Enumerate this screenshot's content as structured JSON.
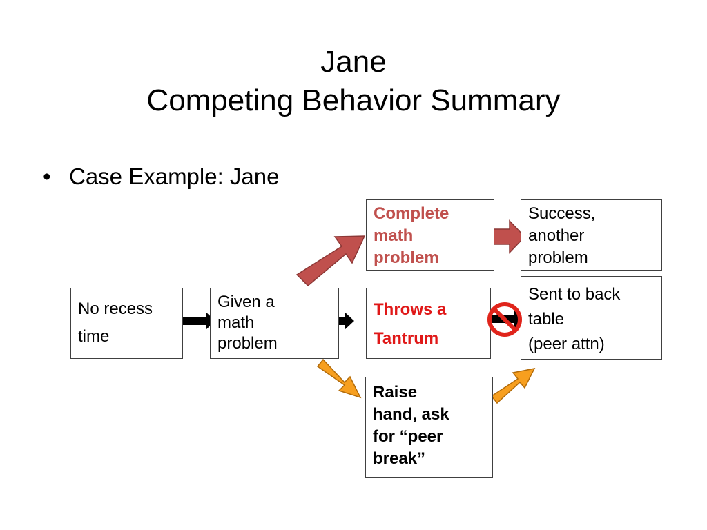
{
  "title": {
    "line1": "Jane",
    "line2": "Competing Behavior Summary"
  },
  "bullet": {
    "symbol": "•",
    "text": "Case Example: Jane"
  },
  "boxes": {
    "setting_event": [
      "No recess",
      "time"
    ],
    "antecedent": [
      "Given a",
      "math",
      "problem"
    ],
    "problem_behavior": [
      "Throws a",
      "Tantrum"
    ],
    "problem_consequence": [
      "Sent to back",
      "table",
      "(peer attn)"
    ],
    "desired_behavior": [
      "Complete",
      "math",
      "problem"
    ],
    "desired_consequence": [
      "Success,",
      "another",
      "problem"
    ],
    "replacement_behavior": [
      "Raise",
      "hand, ask",
      "for  “peer",
      "break”"
    ]
  },
  "colors": {
    "black_arrow": "#000000",
    "red_arrow": "#c0504d",
    "red_arrow_border": "#8c3836",
    "orange_arrow": "#f79f1f",
    "orange_arrow_border": "#b26b0a",
    "prohibited_sign": "#e0241b",
    "desired_text": "#c0504d",
    "problem_text": "#e01818"
  },
  "icons": {
    "prohibited": "no-symbol-icon"
  }
}
